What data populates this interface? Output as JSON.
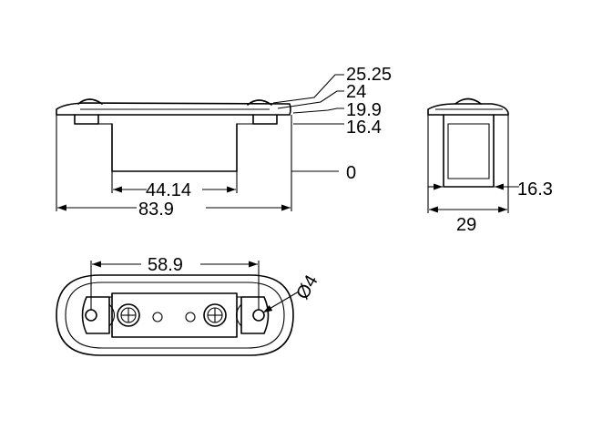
{
  "dimensions": {
    "front_top_25_25": "25.25",
    "front_top_24": "24",
    "front_top_19_9": "19.9",
    "front_top_16_4": "16.4",
    "front_zero": "0",
    "front_inner_width": "44.14",
    "front_overall_width": "83.9",
    "side_height": "16.3",
    "side_width": "29",
    "bottom_hole_spacing": "58.9",
    "hole_diameter": "Ø4"
  }
}
